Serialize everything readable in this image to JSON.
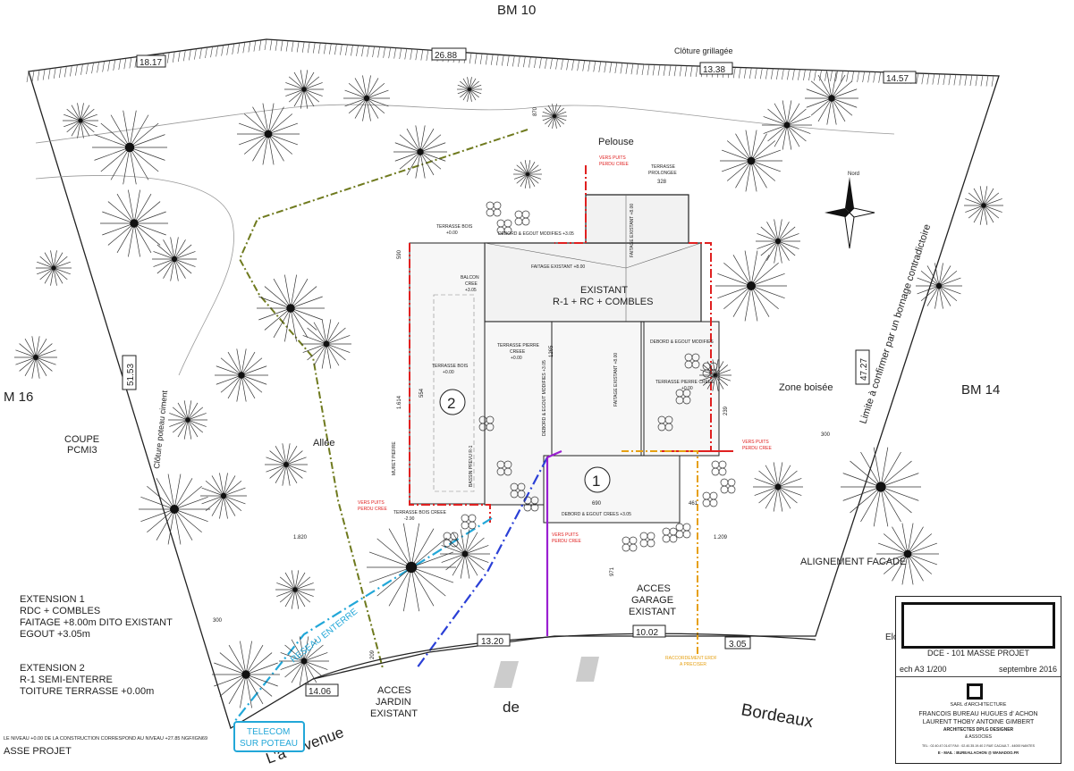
{
  "drawing": {
    "parcel_refs": {
      "north": "BM 10",
      "west": "M 16",
      "east": "BM 14"
    },
    "fence_label": "Clôture grillagée",
    "fence_west": "Clôture poteau ciment",
    "boundary_east": "Limite à confirmer par un bornage contradictoire",
    "lawn": "Pelouse",
    "wood": "Zone boisée",
    "alley": "Allée",
    "north_label": "Nord",
    "section": {
      "line1": "COUPE",
      "line2": "PCMI3"
    },
    "building": {
      "line1": "EXISTANT",
      "line2": "R-1 + RC  + COMBLES"
    },
    "extension_markers": [
      "1",
      "2"
    ],
    "annotations": {
      "terrasse_bois_top": "TERRASSE BOIS",
      "terrasse_bois_top_lvl": "+0.00",
      "debord_top": "DEBORD & EGOUT MODIFIES +3.05",
      "faitage_existant": "FAITAGE EXISTANT +8.00",
      "balcon": "BALCON",
      "balcon2": "CREE",
      "balcon3": "+3.05",
      "terrasse_prolongee": "TERRASSE",
      "terrasse_prolongee2": "PROLONGEE",
      "terrasse_pierre": "TERRASSE PIERRE",
      "terrasse_pierre2": "CREEE",
      "terrasse_pierre3": "+0.00",
      "terrasse_bois_mid": "TERRASSE BOIS",
      "terrasse_bois_mid_lvl": "+0.00",
      "debord_right": "DEBORD & EGOUT MODIFIES",
      "terrasse_pierre_right": "TERRASSE PIERRE CREEE",
      "terrasse_pierre_right_lvl": "+0.00",
      "faitage_v1": "FAITAGE EXISTANT +8.00",
      "faitage_v2": "FAITAGE EXISTANT +8.00",
      "debord_v": "DEBORD & EGOUT MODIFIES +3.05",
      "terrasse_bois_cree": "TERRASSE BOIS CREEE",
      "terrasse_bois_cree_lvl": "-2.90",
      "debord_bottom": "DEBORD & EGOUT CREES +3.05",
      "vers_puits_top": "VERS PUITS",
      "vers_puits_top2": "PERDU CREE",
      "vers_puits_left": "VERS PUITS",
      "vers_puits_left2": "PERDU CREE",
      "vers_puits_right": "VERS PUITS",
      "vers_puits_right2": "PERDU CREE",
      "vers_puits_center": "VERS PUITS",
      "vers_puits_center2": "PERDU CREE",
      "muret": "MURET PIERRE",
      "bassin": "BASSIN PREVU R-1"
    },
    "dimensions": [
      "18.17",
      "26.88",
      "13.38",
      "14.57",
      "51.53",
      "47.27",
      "13.20",
      "10.02",
      "3.05",
      "14.06",
      "300",
      "870",
      "1.820",
      "1.209",
      "590",
      "328",
      "300",
      "971",
      "209",
      "1.614",
      "554",
      "690",
      "461",
      "239",
      "1265"
    ],
    "alignement": "ALIGNEMENT FACADE",
    "acces_garage": [
      "ACCES",
      "GARAGE",
      "EXISTANT"
    ],
    "acces_jardin": [
      "ACCES",
      "JARDIN",
      "EXISTANT"
    ],
    "road": {
      "de": "de",
      "bordeaux": "Bordeaux",
      "avenue": "venue",
      "avenue_prefix": "L'a"
    },
    "reseau": "RESEAU ENTERRE",
    "telecom": [
      "TELECOM",
      "SUR POTEAU"
    ],
    "raccordement": [
      "RACCORDEMENT ERDF",
      "A PRECISER"
    ],
    "elo": "Elo",
    "extension1": [
      "EXTENSION 1",
      "RDC + COMBLES",
      "FAITAGE +8.00m DITO EXISTANT",
      "EGOUT +3.05m"
    ],
    "extension2": [
      "EXTENSION 2",
      "R-1 SEMI-ENTERRE",
      "TOITURE TERRASSE +0.00m"
    ],
    "niveau_note": "LE NIVEAU +0.00 DE LA CONSTRUCTION CORRESPOND AU NIVEAU +27.85 NGF/IGN69",
    "masse_projet": "ASSE PROJET"
  },
  "cartouche": {
    "title": "DCE - 101 MASSE PROJET",
    "scale": "ech A3 1/200",
    "date": "septembre 2016",
    "firm": "SARL d'ARCHITECTURE",
    "names1": "FRANCOIS BUREAU   HUGUES d' ACHON",
    "names2": "LAURENT  THOBY  ANTOINE GIMBERT",
    "names3": "ARCHITECTES DPLG DESIGNER",
    "names4": "& ASSOCIES",
    "contact": "TEL : 02.40.47.01.67   FAX : 02.40.35.19.40   2 RUE CACAULT - 44000 NANTES",
    "email": "E - MAIL : BUREAU.ACHON @ WANADOO.FR"
  },
  "colors": {
    "red": "#e02020",
    "olive": "#6f7a1e",
    "blue": "#2a3fd6",
    "cyan": "#22a7d8",
    "purple": "#9a1fd1",
    "orange": "#e6a012",
    "line": "#222222"
  }
}
